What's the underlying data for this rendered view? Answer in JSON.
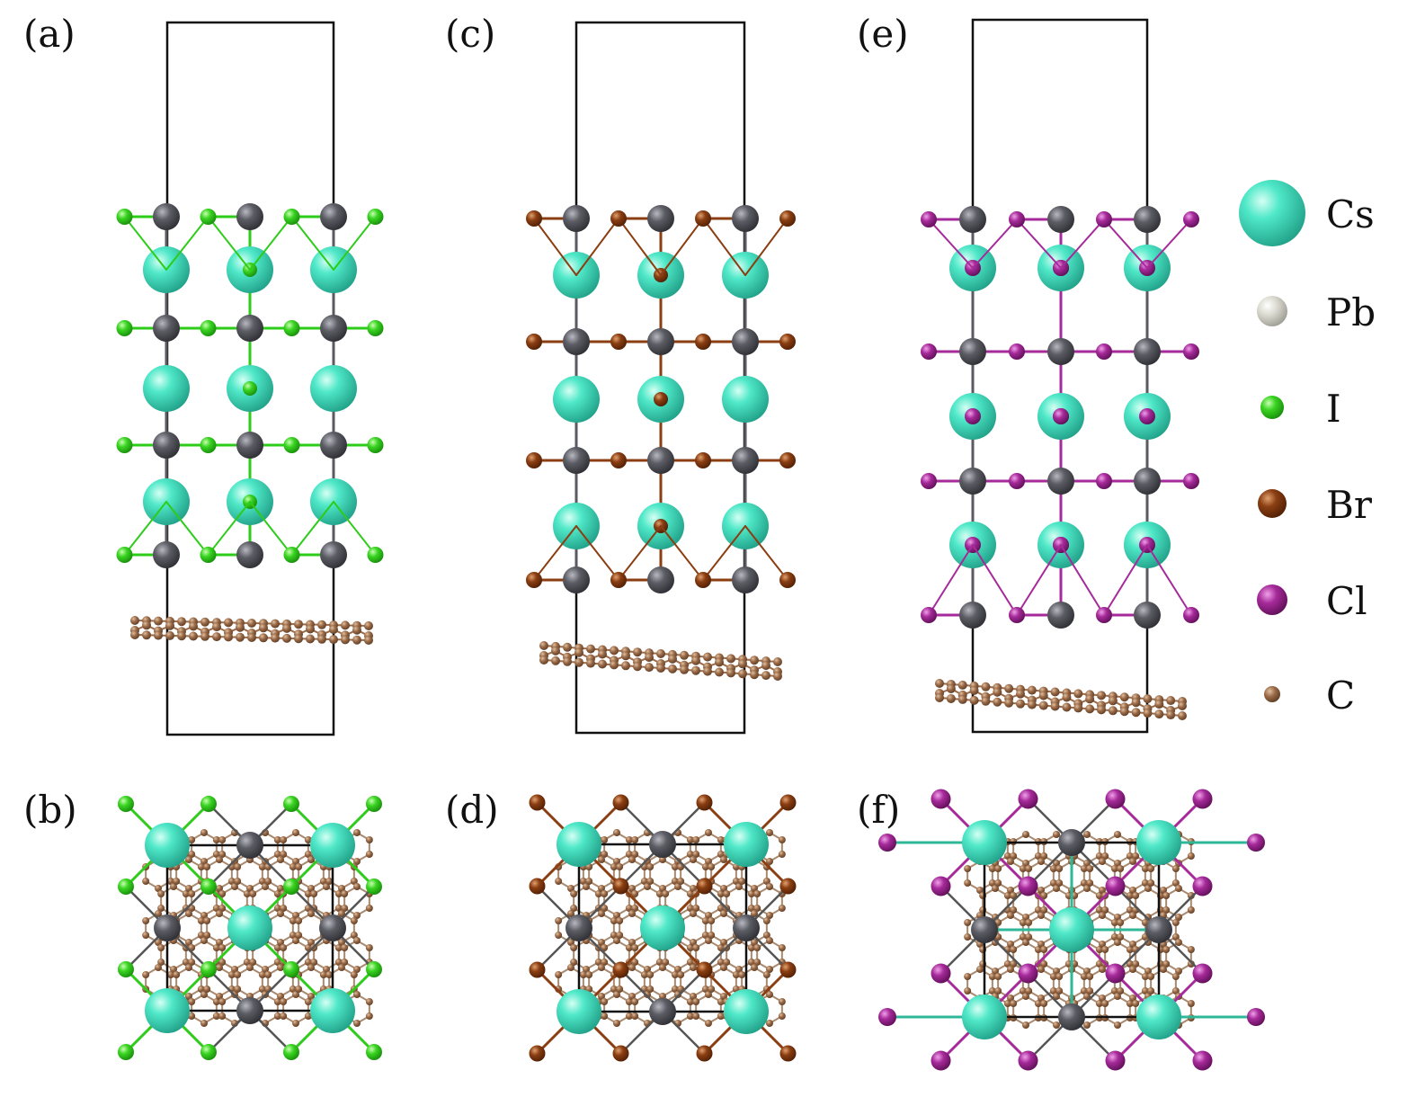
{
  "figure": {
    "panels": [
      {
        "label": "(a)",
        "view": "side",
        "halide": "I"
      },
      {
        "label": "(b)",
        "view": "top",
        "halide": "I"
      },
      {
        "label": "(c)",
        "view": "side",
        "halide": "Br"
      },
      {
        "label": "(d)",
        "view": "top",
        "halide": "Br"
      },
      {
        "label": "(e)",
        "view": "side",
        "halide": "Cl"
      },
      {
        "label": "(f)",
        "view": "top",
        "halide": "Cl"
      }
    ]
  },
  "legend": {
    "items": [
      {
        "label": "Cs",
        "color": "#3fe0c0"
      },
      {
        "label": "Pb",
        "color": "#d8d8cf"
      },
      {
        "label": "I",
        "color": "#2ecc1a"
      },
      {
        "label": "Br",
        "color": "#8a3e12"
      },
      {
        "label": "Cl",
        "color": "#a62a9a"
      },
      {
        "label": "C",
        "color": "#8a5a3a"
      }
    ]
  },
  "colors": {
    "cs": "#3fe0c0",
    "pb_framework": "#5a5a60",
    "i": "#2ecc1a",
    "br": "#8a3e12",
    "cl": "#a62a9a",
    "c": "#9a6a48"
  }
}
